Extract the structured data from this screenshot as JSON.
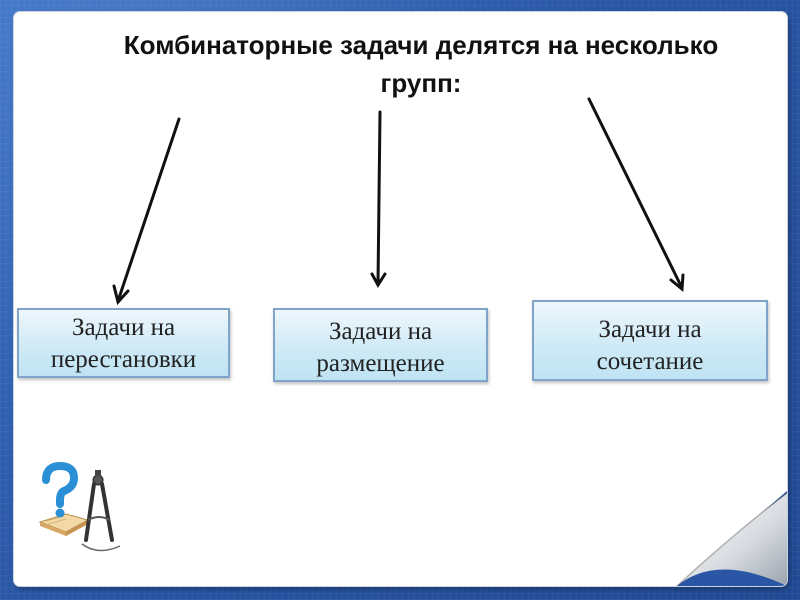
{
  "slide": {
    "title": "Комбинаторные задачи  делятся на несколько\nгрупп:",
    "boxes": [
      {
        "label": "Задачи на\nперестановки"
      },
      {
        "label": "Задачи на\nразмещение"
      },
      {
        "label": "Задачи на\nсочетание"
      }
    ],
    "decoration_icon": "question-compass-book-icon"
  },
  "colors": {
    "frame": "#2f5fae",
    "box_fill": "#cfeaf6",
    "box_border": "#7fa3c9",
    "arrow": "#111111",
    "question_mark": "#2b8fd6"
  }
}
